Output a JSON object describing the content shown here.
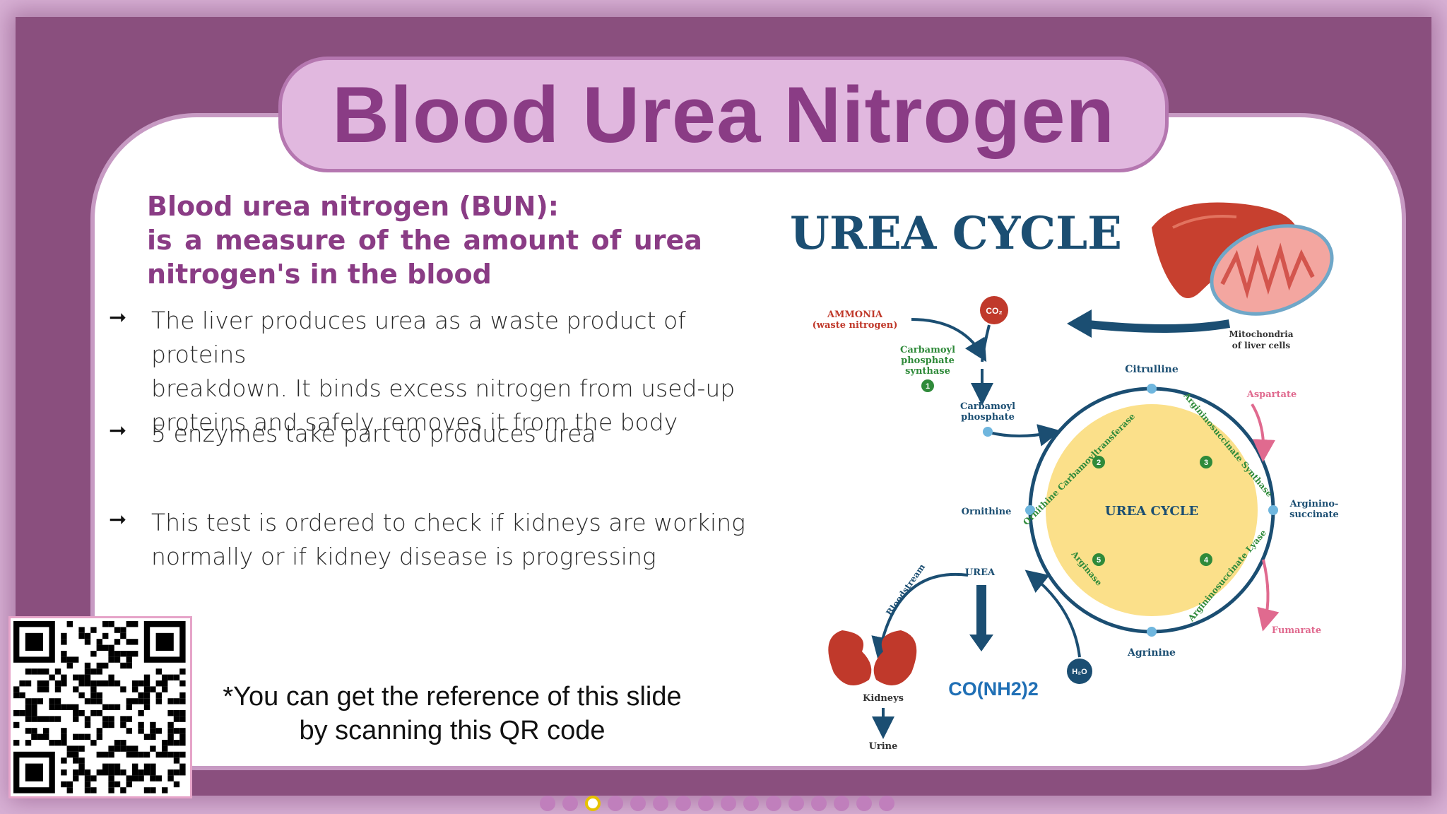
{
  "slide": {
    "title": "Blood Urea Nitrogen",
    "heading": {
      "line1": "Blood urea nitrogen (BUN):",
      "line2_words": [
        "is",
        "a",
        "measure",
        "of",
        "the",
        "amount",
        "of",
        "urea"
      ],
      "line3": "nitrogen's in the blood"
    },
    "bullets": [
      {
        "lines": [
          "The liver produces urea as a waste product of proteins",
          "breakdown. It binds excess nitrogen from used-up",
          "proteins and safely removes it from the body"
        ]
      },
      {
        "lines": [
          "5 enzymes take part to produces urea"
        ]
      },
      {
        "lines": [
          "This test is ordered to check if kidneys are working",
          "normally or if kidney disease is progressing"
        ]
      }
    ],
    "note": {
      "line1": "*You can get the reference of this slide",
      "line2": "by scanning this QR code"
    }
  },
  "diagram": {
    "title": "UREA CYCLE",
    "center_label": "UREA CYCLE",
    "labels": {
      "ammonia": "AMMONIA",
      "waste": "(waste nitrogen)",
      "co2": "CO₂",
      "cps1": "Carbamoyl",
      "cps2": "phosphate",
      "cps3": "synthase",
      "cp1": "Carbamoyl",
      "cp2": "phosphate",
      "citrulline": "Citrulline",
      "aspartate": "Aspartate",
      "argsucc1": "Arginino-",
      "argsucc2": "succinate",
      "fumarate": "Fumarate",
      "agrinine": "Agrinine",
      "ornithine": "Ornithine",
      "urea": "UREA",
      "h2o": "H₂O",
      "bloodstream": "Bloodstream",
      "kidneys": "Kidneys",
      "urine": "Urine",
      "mito1": "Mitochondria",
      "mito2": "of liver cells",
      "formula": "CO(NH2)2",
      "enz_otc": "Ornithine Carbamoyltransferase",
      "enz_ass": "Argininosuccinate Synthase",
      "enz_asl": "Argininosuccinate Lyase",
      "enz_arg": "Arginase",
      "n1": "1",
      "n2": "2",
      "n3": "3",
      "n4": "4",
      "n5": "5"
    },
    "colors": {
      "navy": "#1b4e72",
      "green": "#2f8a3a",
      "red": "#c0392b",
      "pink": "#e06a8f",
      "circle_fill": "#fbe08a",
      "formula_blue": "#1f6fb5"
    }
  },
  "pagination": {
    "count": 16,
    "active_index": 2
  }
}
